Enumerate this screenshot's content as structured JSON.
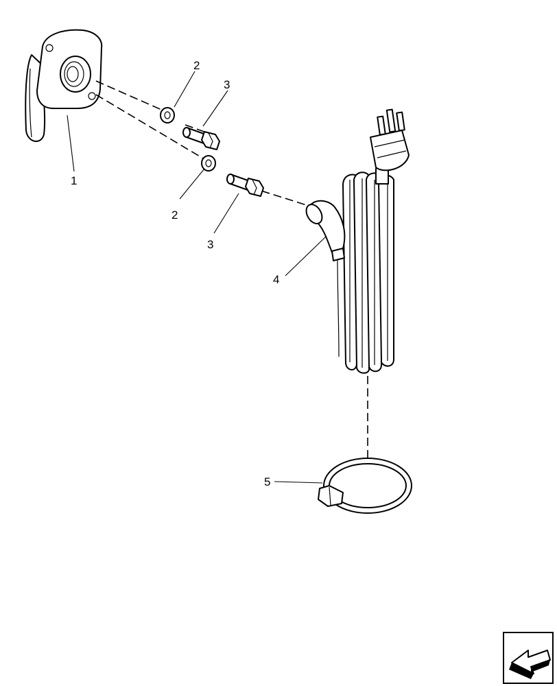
{
  "diagram": {
    "callouts": [
      {
        "id": "c1",
        "label": "1"
      },
      {
        "id": "c2a",
        "label": "2"
      },
      {
        "id": "c2b",
        "label": "2"
      },
      {
        "id": "c3a",
        "label": "3"
      },
      {
        "id": "c3b",
        "label": "3"
      },
      {
        "id": "c4",
        "label": "4"
      },
      {
        "id": "c5",
        "label": "5"
      }
    ],
    "icons": {
      "nav": "next-page-arrow-icon"
    },
    "colors": {
      "ink": "#000000",
      "paper": "#ffffff"
    }
  }
}
